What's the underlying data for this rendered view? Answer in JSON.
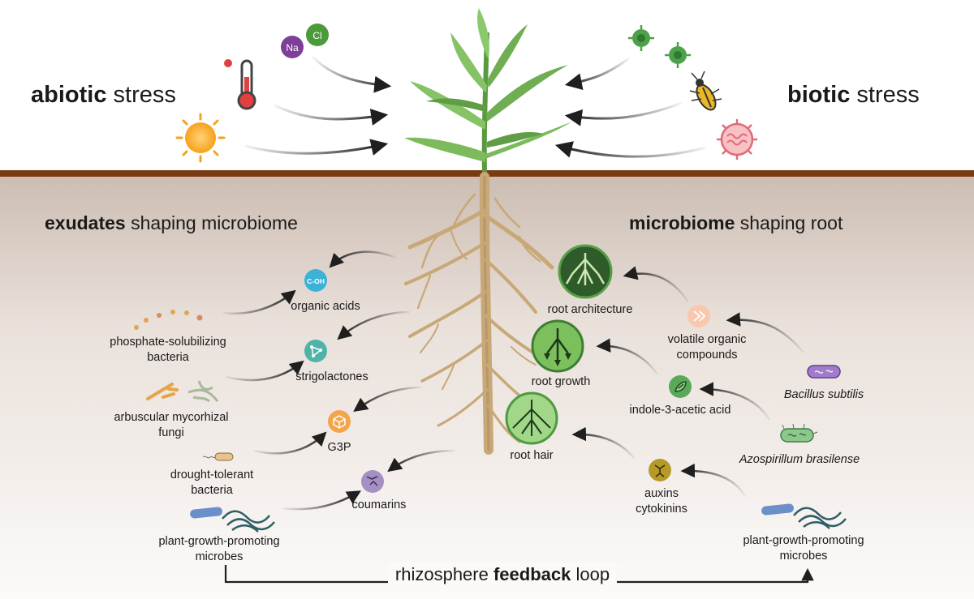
{
  "header": {
    "abiotic": {
      "bold": "abiotic",
      "rest": "stress"
    },
    "biotic": {
      "bold": "biotic",
      "rest": "stress"
    }
  },
  "section_left": {
    "bold": "exudates",
    "rest": "shaping microbiome"
  },
  "section_right": {
    "bold": "microbiome",
    "rest": "shaping root"
  },
  "ions": {
    "na": "Na",
    "cl": "Cl"
  },
  "exudates": {
    "organic_acids": {
      "label": "organic acids",
      "icon_text": "C-OH"
    },
    "strigolactones": "strigolactones",
    "g3p": "G3P",
    "coumarins": "coumarins"
  },
  "left_microbes": {
    "psb": [
      "phosphate-solubilizing",
      "bacteria"
    ],
    "amf": [
      "arbuscular mycorhizal",
      "fungi"
    ],
    "dtb": [
      "drought-tolerant",
      "bacteria"
    ],
    "pgpm": [
      "plant-growth-promoting",
      "microbes"
    ]
  },
  "root_traits": {
    "architecture": "root architecture",
    "growth": "root growth",
    "hair": "root hair"
  },
  "signals": {
    "voc": [
      "volatile organic",
      "compounds"
    ],
    "iaa": "indole-3-acetic acid",
    "auxins": [
      "auxins",
      "cytokinins"
    ]
  },
  "right_microbes": {
    "bacillus": "Bacillus subtilis",
    "azospirillum": "Azospirillum brasilense",
    "pgpm": [
      "plant-growth-promoting",
      "microbes"
    ]
  },
  "feedback": {
    "pre": "rhizosphere",
    "bold": "feedback",
    "post": "loop"
  },
  "colors": {
    "soil_line": "#7a3a12",
    "soil_top": "#cdbfb5",
    "soil_bottom": "#fbf8f6",
    "root": "#c8a877",
    "root_dark": "#a88658",
    "leaf": "#7cba5c",
    "leaf_dark": "#4f8f3a",
    "arrow": "#1f1f1f"
  }
}
